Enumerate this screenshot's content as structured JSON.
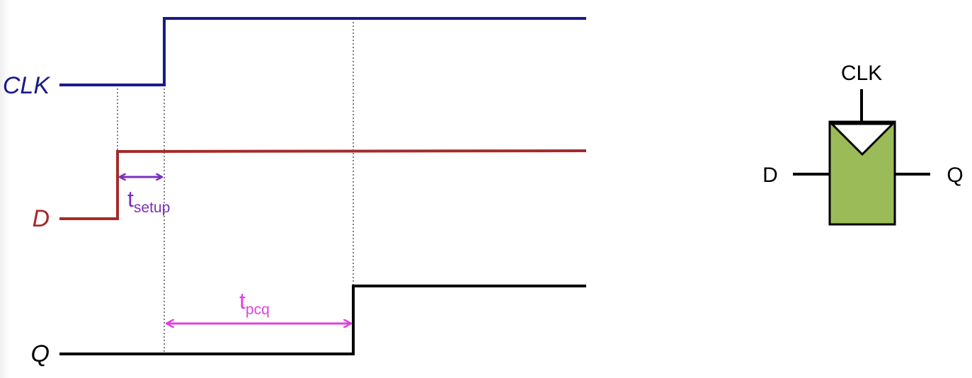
{
  "waveform": {
    "signals": [
      {
        "name": "CLK",
        "color": "#1a1a8c"
      },
      {
        "name": "D",
        "color": "#a52a2a"
      },
      {
        "name": "Q",
        "color": "#000000"
      }
    ],
    "timing": [
      {
        "symbol": "t",
        "subscript": "setup",
        "color": "#7b2fbf"
      },
      {
        "symbol": "t",
        "subscript": "pcq",
        "color": "#e040e0"
      }
    ]
  },
  "flipflop": {
    "clock_label": "CLK",
    "input_label": "D",
    "output_label": "Q",
    "fill_color": "#9bbb59"
  }
}
